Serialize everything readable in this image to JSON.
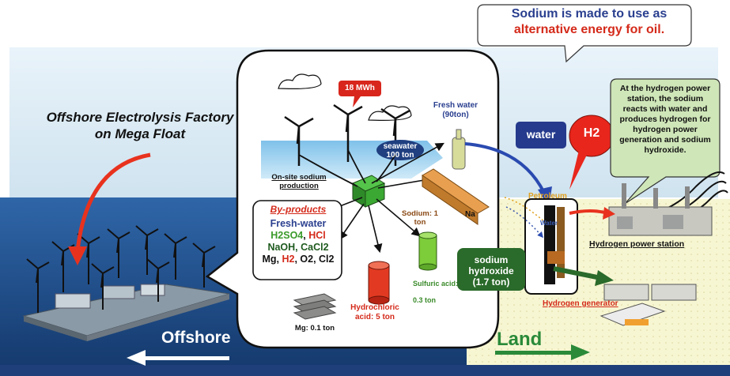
{
  "title": "Offshore Electrolysis Factory on Mega Float",
  "callout": {
    "line1": "Sodium is made to use as",
    "line2": "alternative energy for oil."
  },
  "energy_badge": "18 MWh",
  "fresh_water": "Fresh water (90ton)",
  "seawater": "seawater 100 ton",
  "onsite": "On-site sodium production",
  "byproducts": {
    "title": "By-products",
    "line1": "Fresh-water",
    "line2_a": "H2SO4",
    "line2_b": ", ",
    "line2_c": "HCl",
    "line3": "NaOH, CaCl2",
    "line4_a": "Mg, ",
    "line4_b": "H2",
    "line4_c": ", O2, Cl2"
  },
  "sodium": "Sodium: 1 ton",
  "na": "Na",
  "sulfuric": "Sulfuric acid: 0.3 ton",
  "hydrochloric": "Hydrochloric acid: 5 ton",
  "mg": "Mg: 0.1 ton",
  "water_label": "water",
  "h2_label": "H2",
  "green_note": "At the hydrogen power station, the sodium reacts with water and produces hydrogen for hydrogen power generation and sodium hydroxide.",
  "petroleum": "Petroleum",
  "water_small": "Water",
  "naoh": "sodium hydroxide (1.7 ton)",
  "power_station": "Hydrogen power station",
  "generator": "Hydrogen generator",
  "offshore": "Offshore",
  "land": "Land",
  "colors": {
    "sea": "#1f4e8c",
    "land": "#f4f3c8",
    "accent_red": "#d42a1a",
    "accent_blue": "#2a3f8f",
    "green": "#2a6a2a"
  }
}
